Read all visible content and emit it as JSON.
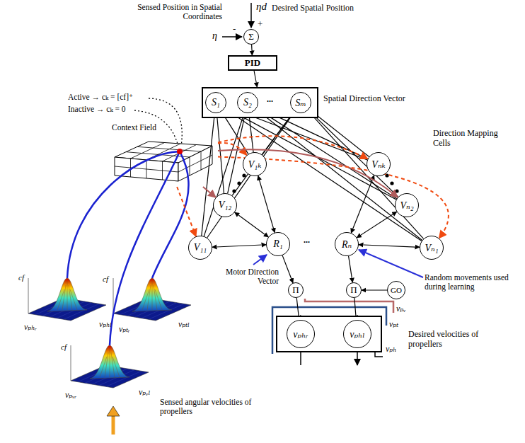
{
  "diagram": {
    "nodes": [
      {
        "text": [
          "Σ"
        ]
      },
      {
        "text": [
          "PID"
        ]
      },
      {
        "text": [
          "Spatial Direction Vector"
        ]
      },
      {
        "text": [
          "S₁"
        ],
        "in": 2
      },
      {
        "text": [
          "S₂"
        ],
        "in": 2
      },
      {
        "text": [
          "Sₘ"
        ],
        "in": 2
      },
      {
        "text": [
          "Context Field"
        ]
      },
      {
        "text": [
          "V₁ₖ"
        ]
      },
      {
        "text": [
          "Vₙₖ"
        ]
      },
      {
        "text": [
          "V₁₂"
        ]
      },
      {
        "text": [
          "Vₙ₂"
        ]
      },
      {
        "text": [
          "V₁₁"
        ]
      },
      {
        "text": [
          "Vₙ₁"
        ]
      },
      {
        "text": [
          "R₁"
        ]
      },
      {
        "text": [
          "Rₙ"
        ]
      },
      {
        "text": [
          "Π"
        ]
      },
      {
        "text": [
          "Π"
        ]
      },
      {
        "text": [
          "GO"
        ]
      },
      {
        "text": [
          "Desired velocities of propellers"
        ]
      },
      {
        "text": [
          "vₚₕᵣ"
        ],
        "in": 18
      },
      {
        "text": [
          "vₚₕₗ"
        ],
        "in": 18
      }
    ],
    "edges": [
      {
        "from": 0,
        "to": 1,
        "arrow": "to"
      },
      {
        "from": 1,
        "to": 2,
        "arrow": "to"
      },
      {
        "from": 3,
        "to": 7,
        "arrow": "none"
      },
      {
        "from": 3,
        "to": 8,
        "arrow": "none"
      },
      {
        "from": 3,
        "to": 9,
        "arrow": "none"
      },
      {
        "from": 3,
        "to": 10,
        "arrow": "none"
      },
      {
        "from": 3,
        "to": 11,
        "arrow": "none"
      },
      {
        "from": 3,
        "to": 12,
        "arrow": "none"
      },
      {
        "from": 4,
        "to": 7,
        "arrow": "none"
      },
      {
        "from": 4,
        "to": 8,
        "arrow": "none"
      },
      {
        "from": 4,
        "to": 9,
        "arrow": "none"
      },
      {
        "from": 4,
        "to": 10,
        "arrow": "none"
      },
      {
        "from": 4,
        "to": 11,
        "arrow": "none"
      },
      {
        "from": 4,
        "to": 12,
        "arrow": "none"
      },
      {
        "from": 5,
        "to": 7,
        "arrow": "none"
      },
      {
        "from": 5,
        "to": 8,
        "arrow": "none"
      },
      {
        "from": 5,
        "to": 9,
        "arrow": "none"
      },
      {
        "from": 5,
        "to": 10,
        "arrow": "none"
      },
      {
        "from": 5,
        "to": 11,
        "arrow": "none"
      },
      {
        "from": 5,
        "to": 12,
        "arrow": "none"
      },
      {
        "from": 7,
        "to": 13,
        "arrow": "both"
      },
      {
        "from": 9,
        "to": 13,
        "arrow": "both"
      },
      {
        "from": 11,
        "to": 13,
        "arrow": "both"
      },
      {
        "from": 8,
        "to": 14,
        "arrow": "both"
      },
      {
        "from": 10,
        "to": 14,
        "arrow": "both"
      },
      {
        "from": 12,
        "to": 14,
        "arrow": "both"
      },
      {
        "from": 6,
        "to": 7,
        "arrow": "to"
      },
      {
        "from": 6,
        "to": 9,
        "arrow": "to"
      },
      {
        "from": 6,
        "to": 11,
        "arrow": "to"
      },
      {
        "from": 6,
        "to": 8,
        "arrow": "to"
      },
      {
        "from": 6,
        "to": 10,
        "arrow": "to"
      },
      {
        "from": 6,
        "to": 12,
        "arrow": "to"
      },
      {
        "from": 13,
        "to": 15,
        "arrow": "to"
      },
      {
        "from": 14,
        "to": 16,
        "arrow": "to"
      },
      {
        "from": 17,
        "to": 16,
        "arrow": "to"
      },
      {
        "from": 15,
        "to": 19,
        "arrow": "to"
      },
      {
        "from": 16,
        "to": 20,
        "arrow": "to"
      }
    ],
    "labels": [
      "ηd",
      "Desired Spatial Position",
      "Sensed Position in Spatial Coordinates",
      "η",
      "-",
      "+",
      "...",
      "Active → cₖ = [cf]⁺",
      "Inactive → cₖ = 0",
      "Direction Mapping Cells",
      "...",
      "Motor Direction Vector",
      "Random movements used during learning",
      "vₚᵥ",
      "vₚₜ",
      "vₚₕ",
      "cf",
      "vₚₕᵣ",
      "vₚₕₗ",
      "cf",
      "vₚₜᵣ",
      "vₚₜₗ",
      "cf",
      "vₚᵥᵣ",
      "vₚᵥₗ",
      "Sensed angular velocities of propellers"
    ]
  }
}
